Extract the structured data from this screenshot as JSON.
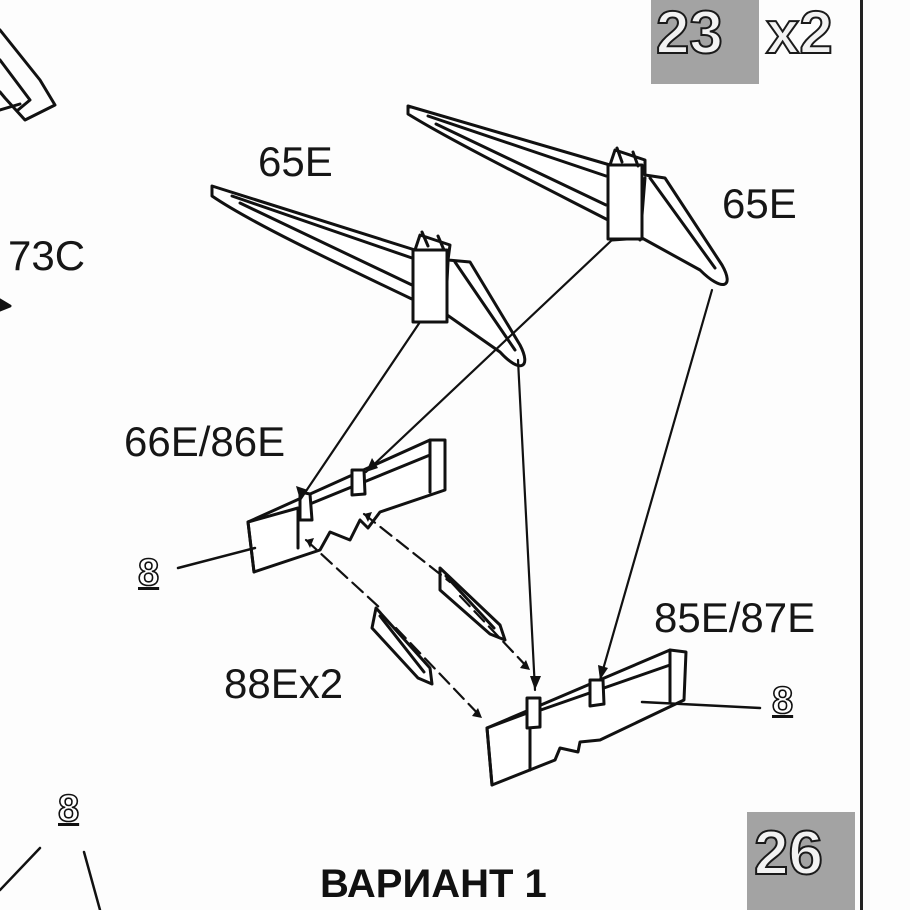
{
  "step": {
    "number": "23",
    "multiplier": "x2"
  },
  "page_number": "26",
  "variant_title": "ВАРИАНТ 1",
  "labels": {
    "part_73c": "73C",
    "part_65e_left": "65E",
    "part_65e_right": "65E",
    "part_66e_86e": "66E/86E",
    "part_85e_87e": "85E/87E",
    "part_88e": "88Ex2"
  },
  "refs": {
    "ref_left": "8",
    "ref_right": "8",
    "ref_bottom": "8"
  },
  "colors": {
    "line": "#111111",
    "badge": "#a3a3a3",
    "paper": "#fdfdfd"
  }
}
